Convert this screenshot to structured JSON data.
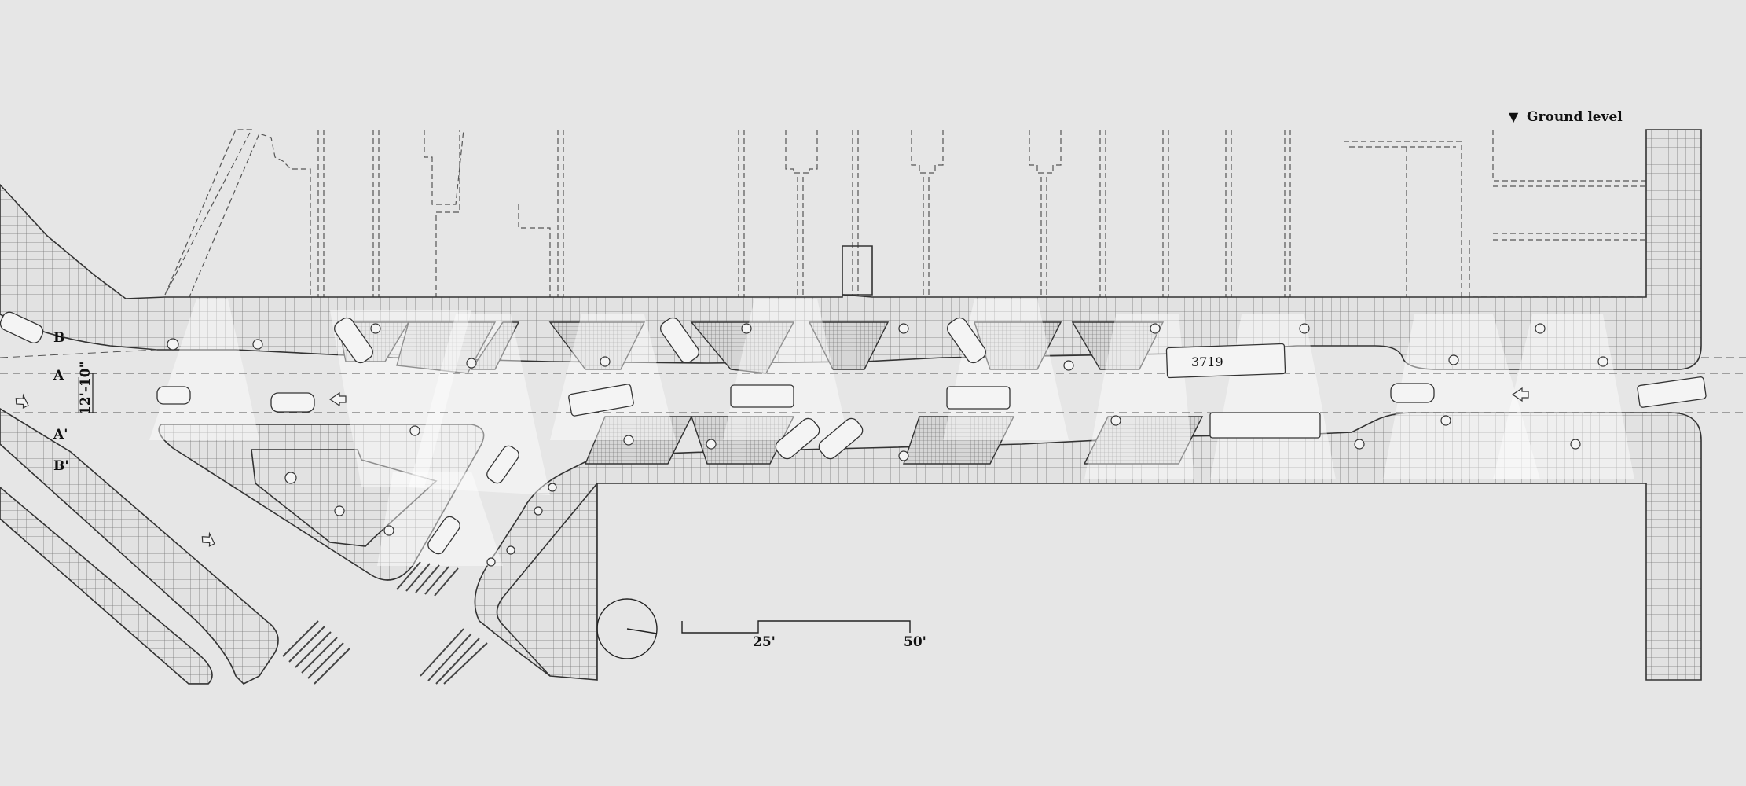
{
  "legend": {
    "marker": "▼",
    "text": "Ground level"
  },
  "sections": {
    "b": "B",
    "a": "A",
    "a_prime": "A'",
    "b_prime": "B'"
  },
  "dimension": "12'-10\"",
  "bus_number": "3719",
  "scale_bar": {
    "mid": "25'",
    "end": "50'"
  },
  "icons": {
    "north": "north-arrow-icon",
    "traffic_arrow": "direction-arrow-icon",
    "lamp": "streetlight-icon"
  },
  "colors": {
    "background": "#e6e6e6",
    "ink": "#333333",
    "light_cone": "#ffffff"
  }
}
